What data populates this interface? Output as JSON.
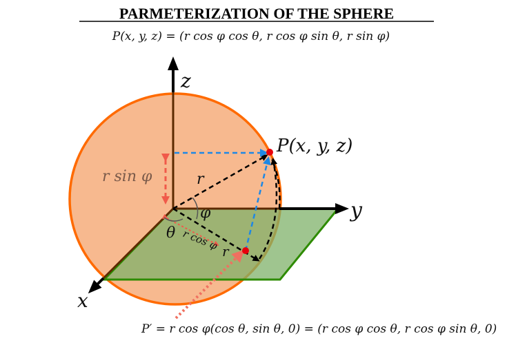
{
  "title": "PARMETERIZATION OF THE SPHERE",
  "formula_top": "P(x, y, z) = (r cos φ cos θ, r cos φ sin θ, r sin φ)",
  "formula_bottom": "P′ = r cos φ(cos θ,   sin θ, 0) = (r cos φ cos θ, r cos φ sin θ, 0)",
  "labels": {
    "axis_z": "z",
    "axis_y": "y",
    "axis_x": "x",
    "point_p": "P(x, y, z)",
    "r_sin_phi": "r sin φ",
    "radius_r": "r",
    "angle_phi": "φ",
    "angle_theta": "θ",
    "r_cos_phi": "r cos φ",
    "radius_r_small": "r"
  },
  "colors": {
    "sphere_fill": "#f7b98f",
    "sphere_stroke": "#ff6a00",
    "plane_fill": "#9bc88a",
    "plane_stroke": "#2e8b00",
    "axis": "#000000",
    "axis_inside": "#5c2a00",
    "blue_arrow": "#1e88e5",
    "red_arrow": "#f05a4a",
    "point": "#e8000b"
  }
}
